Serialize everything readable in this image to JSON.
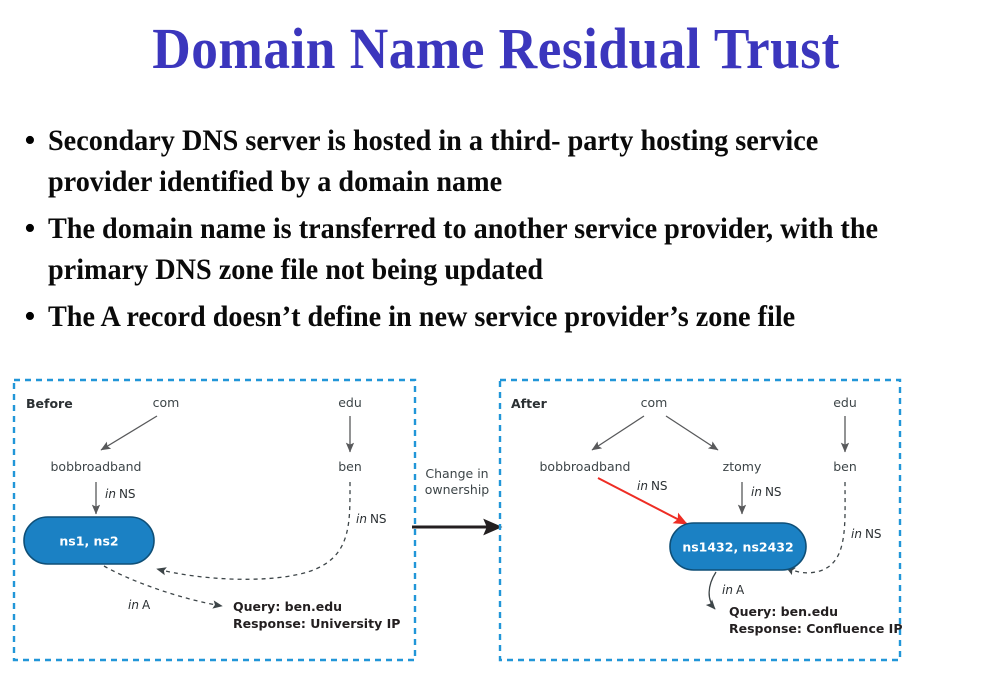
{
  "slide": {
    "title": "Domain Name Residual Trust",
    "title_color": "#3b36bd",
    "bullet_marker": "•",
    "bullets": [
      "Secondary DNS server is hosted in a third- party hosting service provider identified by a domain name",
      "The domain name is transferred to another service provider, with the primary DNS zone file not being updated",
      "The A record doesn’t define in new service provider’s zone file"
    ]
  },
  "diagram": {
    "panel_border_color": "#2196d8",
    "node_fill_color": "#1b81c4",
    "node_stroke_color": "#0f4f77",
    "highlight_arrow_color": "#ee2d24",
    "arrow_color": "#58595b",
    "transition": {
      "label_line1": "Change in",
      "label_line2": "ownership"
    },
    "before": {
      "caption": "Before",
      "tld_com": "com",
      "tld_edu": "edu",
      "domain": "bobbroadband",
      "host": "ben",
      "ns_node": "ns1, ns2",
      "rel_ns_domain_it": "in",
      "rel_ns_domain_rest": "NS",
      "rel_ns_host_it": "in",
      "rel_ns_host_rest": "NS",
      "rel_a_it": "in",
      "rel_a_rest": "A",
      "query": "Query: ben.edu",
      "response": "Response: University IP"
    },
    "after": {
      "caption": "After",
      "tld_com": "com",
      "tld_edu": "edu",
      "domain_old": "bobbroadband",
      "domain_new": "ztomy",
      "host": "ben",
      "ns_node": "ns1432, ns2432",
      "rel_ns_red_it": "in",
      "rel_ns_red_rest": "NS",
      "rel_ns_new_it": "in",
      "rel_ns_new_rest": "NS",
      "rel_ns_host_it": "in",
      "rel_ns_host_rest": "NS",
      "rel_a_it": "in",
      "rel_a_rest": "A",
      "query": "Query: ben.edu",
      "response": "Response: Confluence IP"
    }
  }
}
